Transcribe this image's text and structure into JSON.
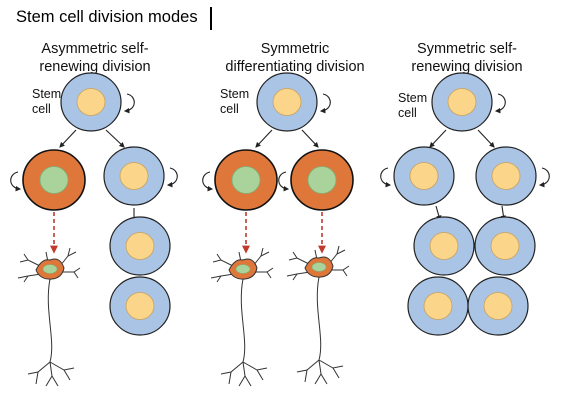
{
  "title": "Stem cell division modes",
  "columns": [
    {
      "title_line1": "Asymmetric self-",
      "title_line2": "renewing division",
      "stem_label_line1": "Stem",
      "stem_label_line2": "cell"
    },
    {
      "title_line1": "Symmetric",
      "title_line2": "differentiating division",
      "stem_label_line1": "Stem",
      "stem_label_line2": "cell"
    },
    {
      "title_line1": "Symmetric self-",
      "title_line2": "renewing division",
      "stem_label_line1": "Stem",
      "stem_label_line2": "cell"
    }
  ],
  "colors": {
    "stem_cell_fill": "#aac4e6",
    "stem_nucleus": "#fbd58a",
    "diff_cell_fill": "#e0773a",
    "diff_nucleus": "#a9d39a",
    "dashed_arrow": "#c0392b",
    "outline": "#222222"
  }
}
